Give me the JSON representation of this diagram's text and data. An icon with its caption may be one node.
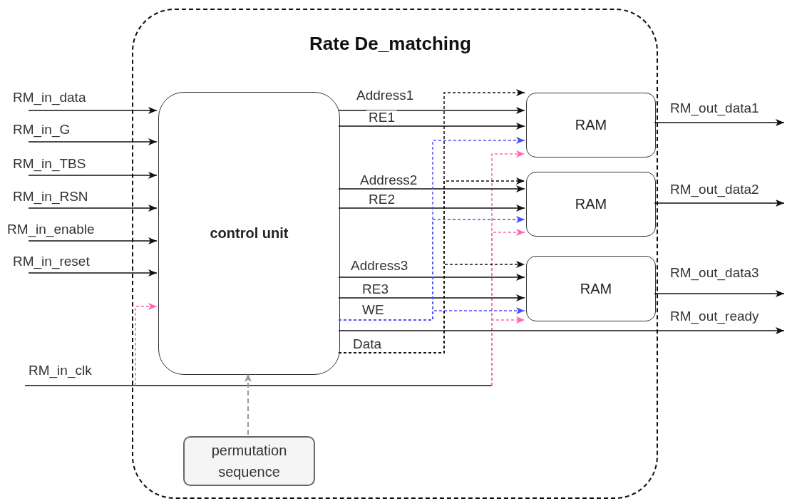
{
  "diagram": {
    "title": "Rate De_matching",
    "nodes": [
      {
        "text": [],
        "shape": "box"
      },
      {
        "text": [
          "control unit"
        ],
        "in": 0
      },
      {
        "text": [
          "RAM"
        ],
        "in": 0
      },
      {
        "text": [
          "RAM"
        ],
        "in": 0
      },
      {
        "text": [
          "RAM"
        ],
        "in": 0
      },
      {
        "text": [
          "permutation sequence"
        ],
        "in": 0
      }
    ],
    "edges": [
      {
        "from": null,
        "to": 1,
        "arrow": "to",
        "label": "RM_in_data"
      },
      {
        "from": null,
        "to": 1,
        "arrow": "to",
        "label": "RM_in_G"
      },
      {
        "from": null,
        "to": 1,
        "arrow": "to",
        "label": "RM_in_TBS"
      },
      {
        "from": null,
        "to": 1,
        "arrow": "to",
        "label": "RM_in_RSN"
      },
      {
        "from": null,
        "to": 1,
        "arrow": "to",
        "label": "RM_in_enable"
      },
      {
        "from": null,
        "to": 1,
        "arrow": "to",
        "label": "RM_in_reset"
      },
      {
        "from": 5,
        "to": 1,
        "arrow": "to",
        "style": "dashed",
        "color": "#999999"
      },
      {
        "from": null,
        "to": 1,
        "arrow": "to",
        "style": "dashed",
        "color": "#ff66b3"
      },
      {
        "from": null,
        "to": 2,
        "arrow": "to",
        "style": "dashed",
        "color": "#ff66b3"
      },
      {
        "from": null,
        "to": 3,
        "arrow": "to",
        "style": "dashed",
        "color": "#ff66b3"
      },
      {
        "from": null,
        "to": 4,
        "arrow": "to",
        "style": "dashed",
        "color": "#ff66b3"
      },
      {
        "from": 1,
        "to": 2,
        "arrow": "to",
        "label": "Address1"
      },
      {
        "from": 1,
        "to": 2,
        "arrow": "to",
        "label": "RE1"
      },
      {
        "from": 1,
        "to": 3,
        "arrow": "to",
        "label": "Address2"
      },
      {
        "from": 1,
        "to": 3,
        "arrow": "to",
        "label": "RE2"
      },
      {
        "from": 1,
        "to": 4,
        "arrow": "to",
        "label": "Address3"
      },
      {
        "from": 1,
        "to": 4,
        "arrow": "to",
        "label": "RE3"
      },
      {
        "from": 1,
        "to": 4,
        "arrow": "to",
        "label": "WE",
        "style": "dashed",
        "color": "#4d4dff"
      },
      {
        "from": 1,
        "to": 2,
        "arrow": "to",
        "style": "dashed",
        "color": "#4d4dff"
      },
      {
        "from": 1,
        "to": 3,
        "arrow": "to",
        "style": "dashed",
        "color": "#4d4dff"
      },
      {
        "from": 1,
        "to": 2,
        "arrow": "to",
        "label": "Data",
        "style": "dashed"
      },
      {
        "from": 1,
        "to": 3,
        "arrow": "to",
        "style": "dashed"
      },
      {
        "from": 1,
        "to": 4,
        "arrow": "to",
        "style": "dashed"
      },
      {
        "from": 1,
        "to": null,
        "arrow": "to",
        "label": "RM_out_ready"
      },
      {
        "from": 2,
        "to": null,
        "arrow": "to",
        "label": "RM_out_data1"
      },
      {
        "from": 3,
        "to": null,
        "arrow": "to",
        "label": "RM_out_data2"
      },
      {
        "from": 4,
        "to": null,
        "arrow": "to",
        "label": "RM_out_data3"
      }
    ],
    "labels": [
      "RM_in_clk"
    ]
  }
}
